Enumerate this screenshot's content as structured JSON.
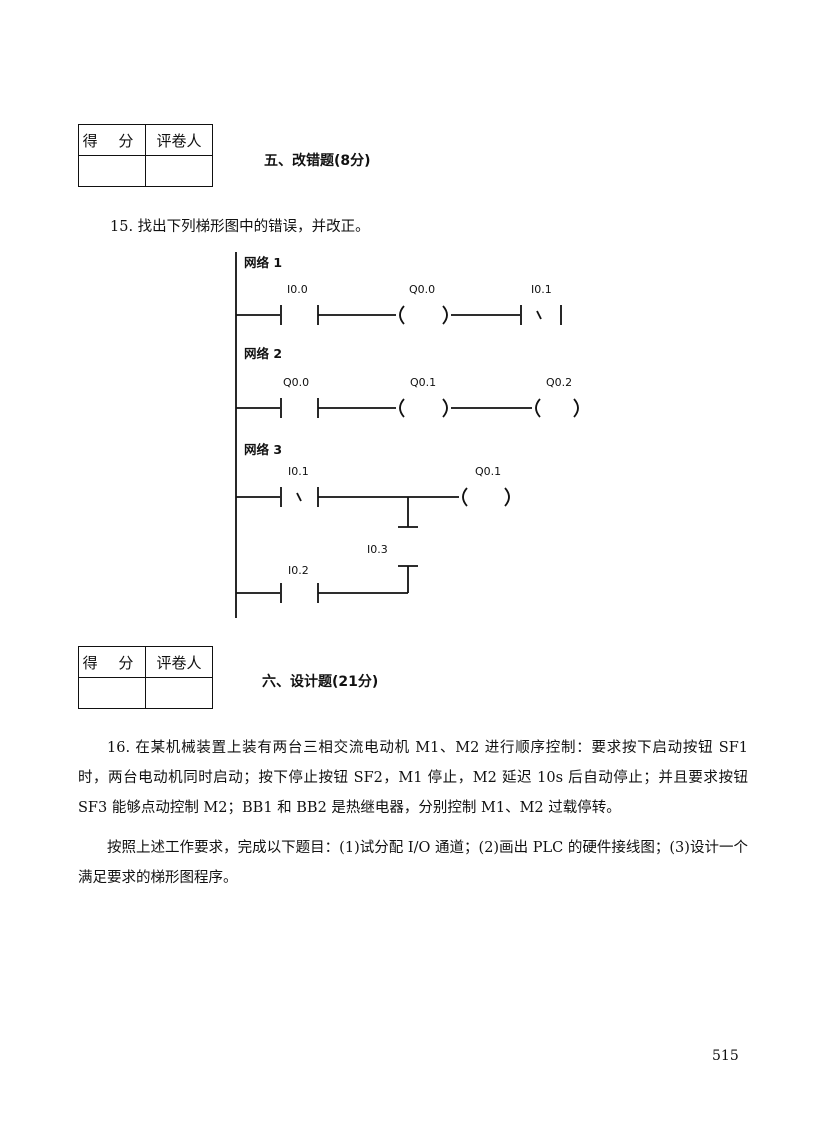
{
  "score_box": {
    "score_label": "得 分",
    "grader_label": "评卷人"
  },
  "section5": {
    "title": "五、改错题(8分)",
    "question": "15. 找出下列梯形图中的错误，并改正。"
  },
  "ladder": {
    "networks": [
      {
        "label": "网络 1",
        "elements": [
          {
            "type": "contact-no",
            "address": "I0.0"
          },
          {
            "type": "coil",
            "address": "Q0.0"
          },
          {
            "type": "contact-nc",
            "address": "I0.1"
          }
        ]
      },
      {
        "label": "网络 2",
        "elements": [
          {
            "type": "contact-no",
            "address": "Q0.0"
          },
          {
            "type": "coil",
            "address": "Q0.1"
          },
          {
            "type": "coil",
            "address": "Q0.2"
          }
        ]
      },
      {
        "label": "网络 3",
        "elements": [
          {
            "type": "contact-nc",
            "address": "I0.1"
          },
          {
            "type": "coil",
            "address": "Q0.1"
          },
          {
            "type": "contact-vertical",
            "address": "I0.3"
          },
          {
            "type": "contact-no",
            "address": "I0.2"
          }
        ]
      }
    ]
  },
  "section6": {
    "title": "六、设计题(21分)",
    "question16_p1": "16. 在某机械装置上装有两台三相交流电动机 M1、M2 进行顺序控制：要求按下启动按钮 SF1 时，两台电动机同时启动；按下停止按钮 SF2，M1 停止，M2 延迟 10s 后自动停止；并且要求按钮 SF3 能够点动控制 M2；BB1 和 BB2 是热继电器，分别控制 M1、M2 过载停转。",
    "question16_p2": "按照上述工作要求，完成以下题目：(1)试分配 I/O 通道；(2)画出 PLC 的硬件接线图；(3)设计一个满足要求的梯形图程序。"
  },
  "page_number": "515"
}
